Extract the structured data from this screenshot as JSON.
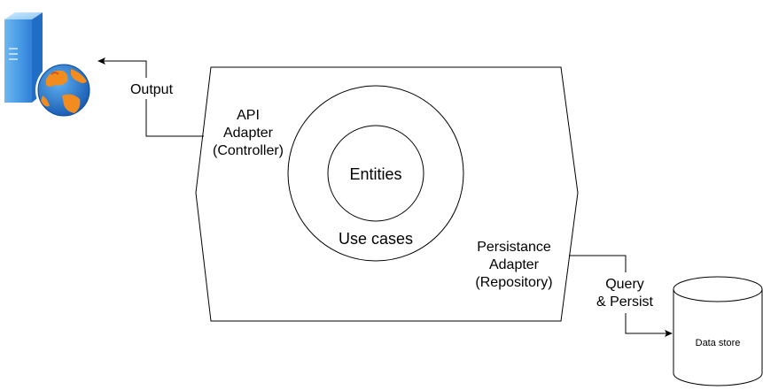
{
  "diagram": {
    "output_label": "Output",
    "api_adapter": {
      "line1": "API",
      "line2": "Adapter",
      "line3": "(Controller)"
    },
    "entities_label": "Entities",
    "use_cases_label": "Use cases",
    "persistence_adapter": {
      "line1": "Persistance",
      "line2": "Adapter",
      "line3": "(Repository)"
    },
    "query_persist": {
      "line1": "Query",
      "line2": "& Persist"
    },
    "data_store_label": "Data store",
    "icons": {
      "server_globe": "web-server-globe-icon",
      "database": "database-cylinder-icon"
    },
    "colors": {
      "server_blue": "#2f80d8",
      "server_light": "#9fd2f5",
      "globe_blue": "#1565c0",
      "globe_orange": "#f28c1e",
      "line": "#000000"
    }
  }
}
